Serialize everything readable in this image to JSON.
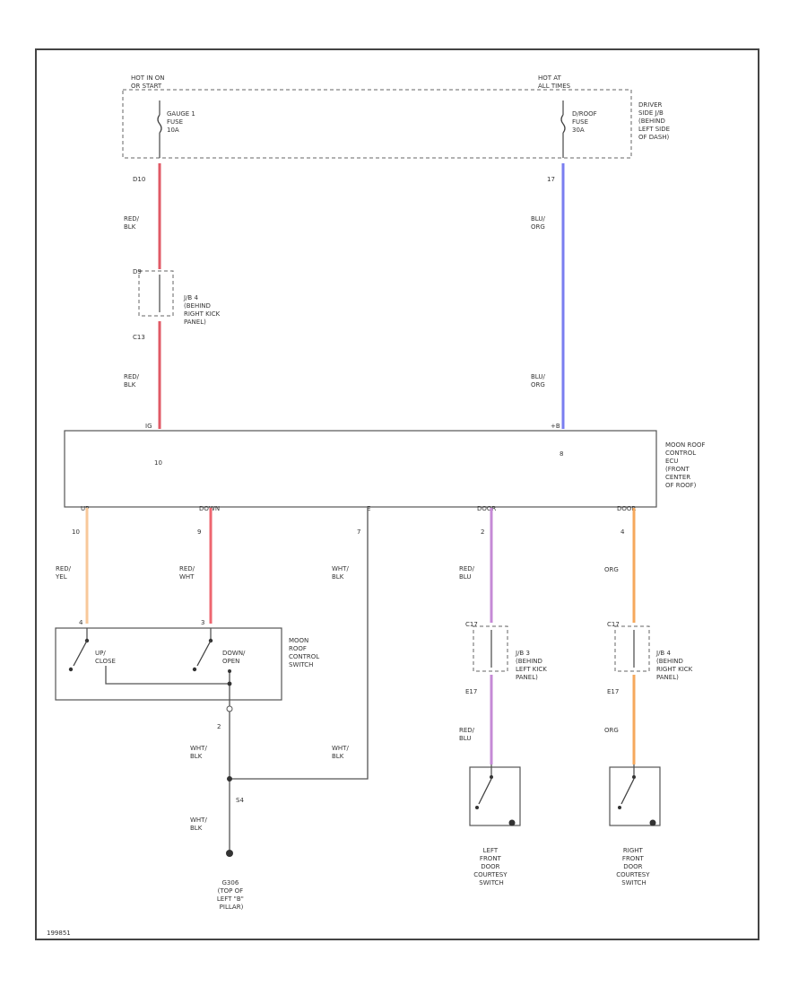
{
  "colors": {
    "red_blk": "#e05a66",
    "blu_org": "#7a7ef0",
    "red_yel": "#f8c89a",
    "red_wht": "#ee6670",
    "red_blu": "#c58ad6",
    "org": "#f6a85c",
    "ground": "#555555"
  },
  "fuse_box": {
    "hot_left": [
      "HOT IN ON",
      "OR START"
    ],
    "hot_right": [
      "HOT AT",
      "ALL TIMES"
    ],
    "fuse_left": [
      "GAUGE 1",
      "FUSE",
      "10A"
    ],
    "fuse_right": [
      "D/ROOF",
      "FUSE",
      "30A"
    ],
    "label": [
      "DRIVER",
      "SIDE J/B",
      "(BEHIND",
      "LEFT SIDE",
      "OF DASH)"
    ]
  },
  "left_column": {
    "pin_top": "D10",
    "wire1": [
      "RED/",
      "BLK"
    ],
    "jb_pin_top": "D9",
    "jb_label": [
      "J/B 4",
      "(BEHIND",
      "RIGHT KICK",
      "PANEL)"
    ],
    "jb_pin_bottom": "C13",
    "wire2": [
      "RED/",
      "BLK"
    ]
  },
  "right_column": {
    "pin_top": "17",
    "wire1": [
      "BLU/",
      "ORG"
    ],
    "wire2": [
      "BLU/",
      "ORG"
    ]
  },
  "ecu": {
    "pin_left": "10",
    "pin_right": "8",
    "conn_left": "IG",
    "conn_right": "+B",
    "label": [
      "MOON ROOF",
      "CONTROL",
      "ECU",
      "(FRONT",
      "CENTER",
      "OF ROOF)"
    ],
    "out_names": [
      "UP",
      "DOWN",
      "E",
      "DOOR",
      "DOOR"
    ],
    "out_pins": [
      "10",
      "9",
      "7",
      "2",
      "4"
    ]
  },
  "wires": {
    "red_yel": [
      "RED/",
      "YEL"
    ],
    "red_wht": [
      "RED/",
      "WHT"
    ],
    "wht_blk1": [
      "WHT/",
      "BLK"
    ],
    "red_blu": [
      "RED/",
      "BLU"
    ],
    "org": "ORG",
    "wht_blk2": [
      "WHT/",
      "BLK"
    ],
    "wht_blk3": [
      "WHT/",
      "BLK"
    ],
    "wht_blk4": [
      "WHT/",
      "BLK"
    ],
    "red_blu2": [
      "RED/",
      "BLU"
    ],
    "org2": "ORG"
  },
  "switch": {
    "up_label": [
      "UP/",
      "CLOSE"
    ],
    "down_label": [
      "DOWN/",
      "OPEN"
    ],
    "label": [
      "MOON",
      "ROOF",
      "CONTROL",
      "SWITCH"
    ],
    "pin_up": "4",
    "pin_down": "3",
    "pin_gnd": "2"
  },
  "jb3": {
    "pin_top": "C17",
    "label": [
      "J/B 3",
      "(BEHIND",
      "LEFT KICK",
      "PANEL)"
    ],
    "pin_bottom": "E17"
  },
  "jb4b": {
    "pin_top": "C17",
    "label": [
      "J/B 4",
      "(BEHIND",
      "RIGHT KICK",
      "PANEL)"
    ],
    "pin_bottom": "E17"
  },
  "splice": "S4",
  "ground": [
    "G306",
    "(TOP OF",
    "LEFT \"B\"",
    "PILLAR)"
  ],
  "door_left": [
    "LEFT",
    "FRONT",
    "DOOR",
    "COURTESY",
    "SWITCH"
  ],
  "door_right": [
    "RIGHT",
    "FRONT",
    "DOOR",
    "COURTESY",
    "SWITCH"
  ],
  "footer": "199851"
}
